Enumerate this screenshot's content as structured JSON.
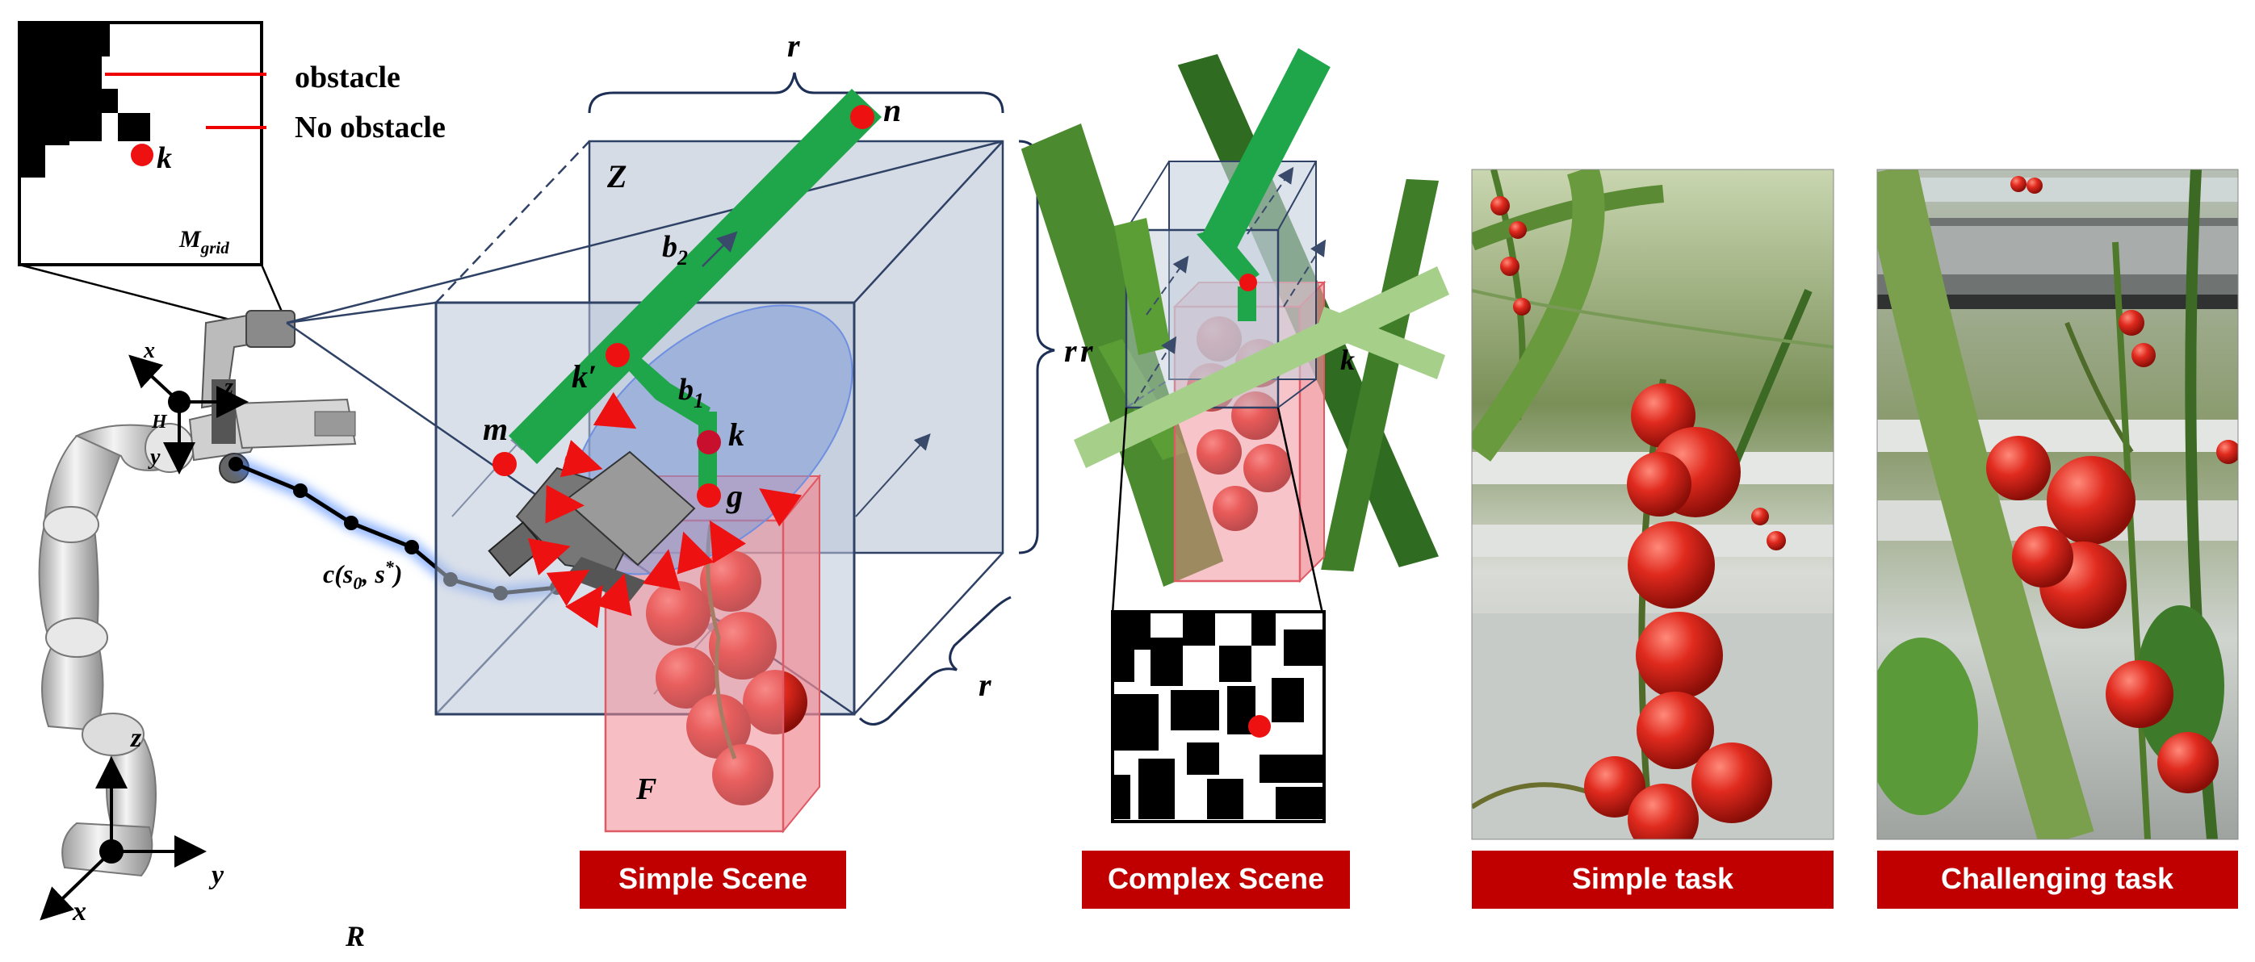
{
  "grid_inset": {
    "obstacle_label": "obstacle",
    "no_obstacle_label": "No obstacle",
    "point_label": "k",
    "caption": "M",
    "caption_sub": "grid"
  },
  "robot": {
    "base_frame": "R",
    "base_axes": {
      "x": "x",
      "y": "y",
      "z": "z"
    },
    "gripper_axes": {
      "x": "x",
      "y": "y",
      "z": "z",
      "h": "H"
    },
    "path_label": "c(s",
    "path_label_sub": "0",
    "path_label_mid": ", s",
    "path_label_sup": "*",
    "path_label_end": ")"
  },
  "simple_scene": {
    "region_label": "Z",
    "radius_label": "r",
    "branch_b1": "b",
    "branch_b1_sub": "1",
    "branch_b2": "b",
    "branch_b2_sub": "2",
    "points": {
      "n": "n",
      "k_prime": "k′",
      "k": "k",
      "m": "m",
      "g": "g"
    },
    "fruit_label": "F",
    "banner": "Simple Scene"
  },
  "complex_scene": {
    "radius_label": "r",
    "point_label": "k",
    "banner": "Complex Scene"
  },
  "photos": {
    "simple_banner": "Simple task",
    "challenging_banner": "Challenging task"
  },
  "colors": {
    "banner": "#c00000",
    "point": "#ee1111",
    "branch": "#1fa64a",
    "box_fill": "#b8c4d6",
    "box_edge": "#2f4266",
    "fruit_box": "#f08a93",
    "ellipse": "#7f9ad6",
    "path_glow": "#3b7bff"
  }
}
